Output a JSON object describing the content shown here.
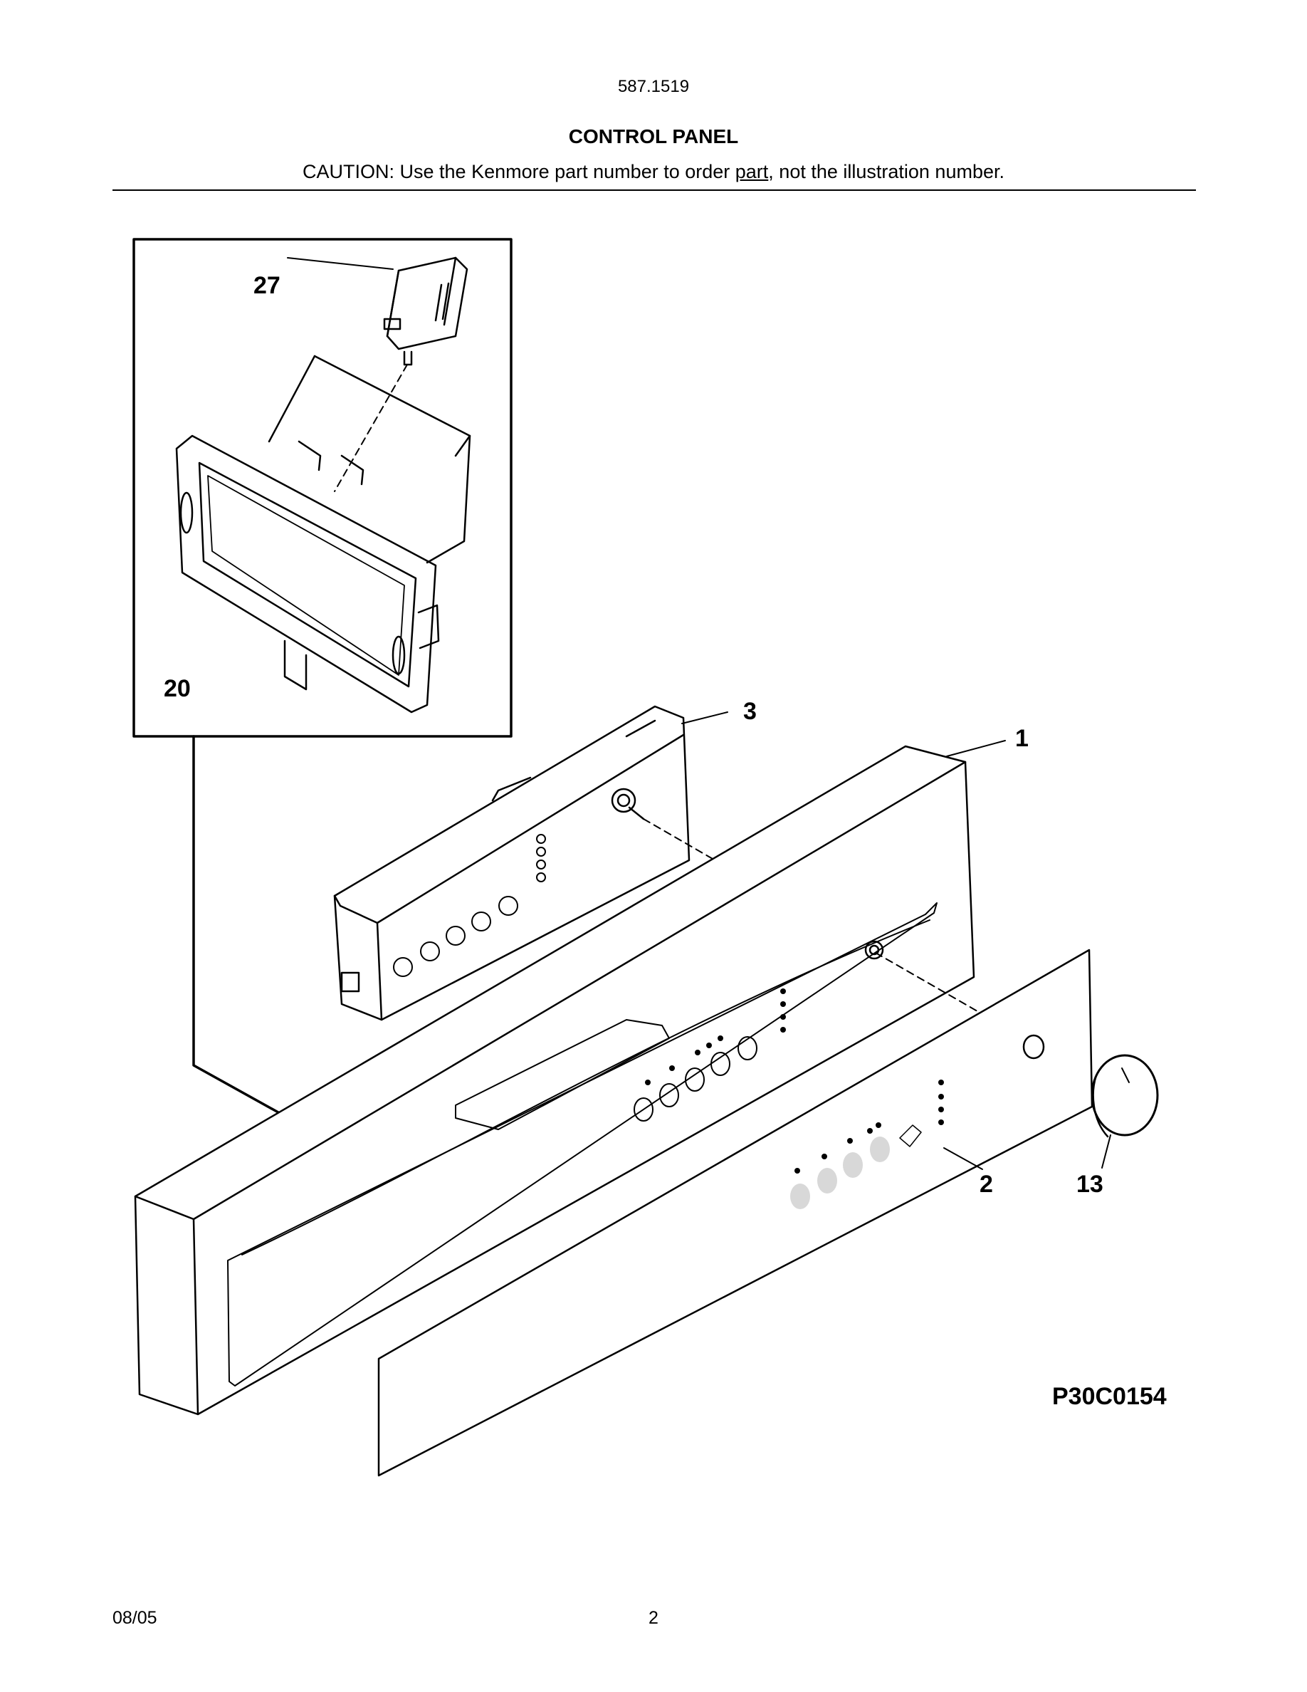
{
  "header": {
    "model": "587.1519",
    "title": "CONTROL PANEL",
    "caution_prefix": "CAUTION: Use the Kenmore part number to order ",
    "caution_underlined": "part",
    "caution_suffix": ", not the illustration number."
  },
  "callouts": {
    "c27": "27",
    "c20": "20",
    "c3": "3",
    "c1": "1",
    "c2": "2",
    "c13": "13"
  },
  "figure_code": "P30C0154",
  "footer": {
    "date": "08/05",
    "page_number": "2"
  }
}
